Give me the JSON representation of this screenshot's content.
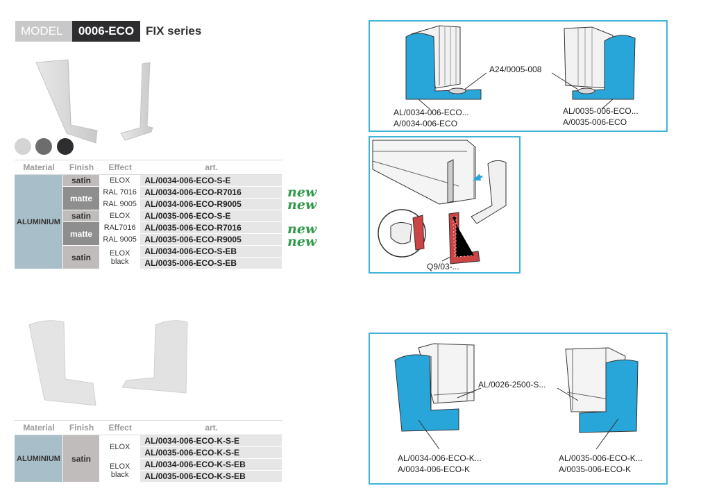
{
  "header": {
    "model_label": "MODEL",
    "model_code": "0006-ECO",
    "series": "FIX series"
  },
  "colors": {
    "accent": "#3fb3d8",
    "blue_part": "#29a6d9",
    "new_green": "#2f9a4a",
    "swatches": [
      "#d4d4d4",
      "#6d6d6d",
      "#2e2e30"
    ]
  },
  "table1": {
    "headers": [
      "Material",
      "Finish",
      "Effect",
      "art."
    ],
    "material": "ALUMINIUM",
    "rows": [
      {
        "finish": "satin",
        "effect": "ELOX",
        "art": "AL/0034-006-ECO-S-E",
        "new": ""
      },
      {
        "finish": "matte",
        "effect": "RAL 7016",
        "art": "AL/0034-006-ECO-R7016",
        "new": "new"
      },
      {
        "finish": "",
        "effect": "RAL 9005",
        "art": "AL/0034-006-ECO-R9005",
        "new": "new"
      },
      {
        "finish": "satin",
        "effect": "ELOX",
        "art": "AL/0035-006-ECO-S-E",
        "new": ""
      },
      {
        "finish": "matte",
        "effect": "RAL7016",
        "art": "AL/0035-006-ECO-R7016",
        "new": "new"
      },
      {
        "finish": "",
        "effect": "RAL 9005",
        "art": "AL/0035-006-ECO-R9005",
        "new": "new"
      },
      {
        "finish": "satin",
        "effect": "ELOX black",
        "art": "AL/0034-006-ECO-S-EB",
        "new": ""
      },
      {
        "finish": "",
        "effect": "",
        "art": "AL/0035-006-ECO-S-EB",
        "new": ""
      }
    ]
  },
  "table2": {
    "headers": [
      "Material",
      "Finish",
      "Effect",
      "art."
    ],
    "material": "ALUMINIUM",
    "finish": "satin",
    "effects": [
      "ELOX",
      "ELOX black"
    ],
    "arts": [
      "AL/0034-006-ECO-K-S-E",
      "AL/0035-006-ECO-K-S-E",
      "AL/0034-006-ECO-K-S-EB",
      "AL/0035-006-ECO-K-S-EB"
    ]
  },
  "diagram1": {
    "center_label": "A24/0005-008",
    "left_line1": "AL/0034-006-ECO...",
    "left_line2": "A/0034-006-ECO",
    "right_line1": "AL/0035-006-ECO...",
    "right_line2": "A/0035-006-ECO"
  },
  "diagram2": {
    "label": "Q9/03-..."
  },
  "diagram3": {
    "center_label": "AL/0026-2500-S...",
    "left_line1": "AL/0034-006-ECO-K...",
    "left_line2": "A/0034-006-ECO-K",
    "right_line1": "AL/0035-006-ECO-K...",
    "right_line2": "A/0035-006-ECO-K"
  }
}
